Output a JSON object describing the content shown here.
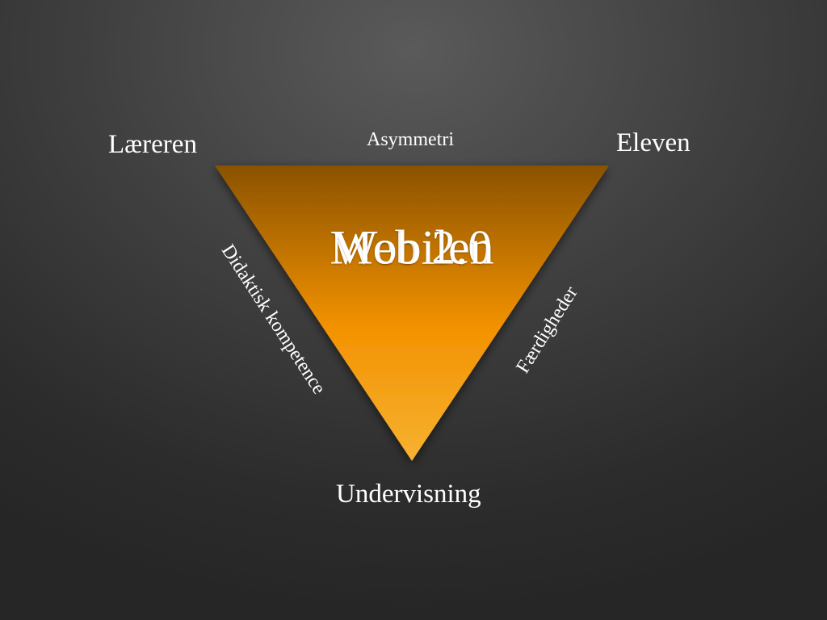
{
  "vertices": {
    "top_left": "Læreren",
    "top_right": "Eleven",
    "bottom": "Undervisning"
  },
  "edges": {
    "top": "Asymmetri",
    "left": "Didaktisk kompetence",
    "right": "Færdigheder"
  },
  "center_overlay": {
    "text_a": "Web 2.0",
    "text_b": "Mobilen"
  },
  "colors": {
    "triangle_top": "#8a5200",
    "triangle_mid": "#f39200",
    "triangle_bottom": "#f6b232",
    "background_center": "#5a5a5a",
    "background_edge": "#262626"
  }
}
